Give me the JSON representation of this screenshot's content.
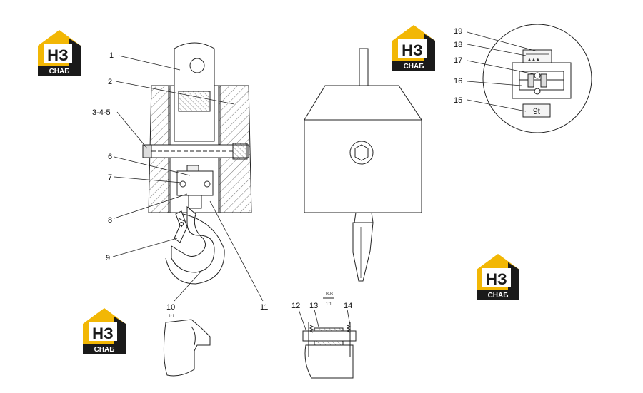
{
  "logo": {
    "letters": "НЗ",
    "caption": "СНАБ",
    "color_gold": "#f2b705",
    "color_dark": "#1a1a1a"
  },
  "callouts": {
    "c1": "1",
    "c2": "2",
    "c345": "3-4-5",
    "c6": "6",
    "c7": "7",
    "c8": "8",
    "c9": "9",
    "c10": "10",
    "c11": "11",
    "c12": "12",
    "c13": "13",
    "c14": "14",
    "c15": "15",
    "c16": "16",
    "c17": "17",
    "c18": "18",
    "c19": "19"
  },
  "detail_scales": {
    "d10": "1:1",
    "section_title": "B-B",
    "section_scale": "1:1"
  },
  "capacity_plate": "9t"
}
